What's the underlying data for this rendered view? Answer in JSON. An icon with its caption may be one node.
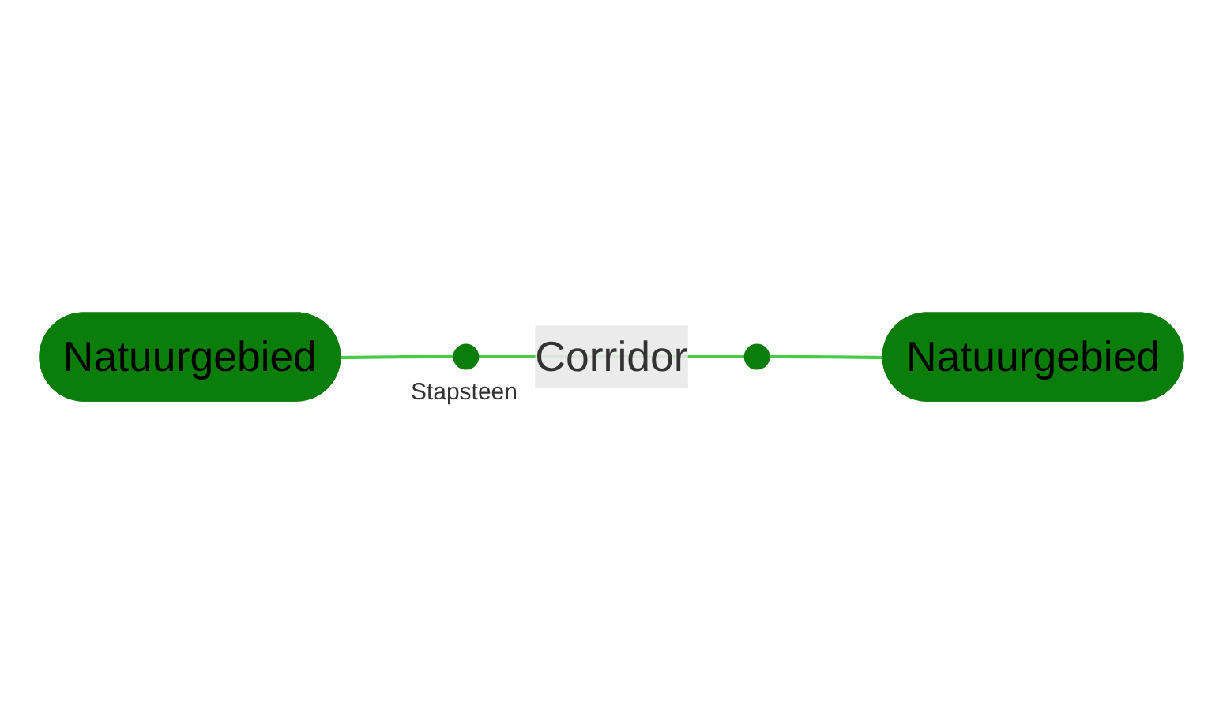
{
  "diagram": {
    "nodes": [
      {
        "text": [
          "Natuurgebied"
        ]
      },
      {
        "text": [],
        "shape": "circle",
        "beside": [
          "Stapsteen"
        ]
      },
      {
        "text": [],
        "shape": "circle"
      },
      {
        "text": [
          "Natuurgebied"
        ]
      }
    ],
    "edges": [
      {
        "from": 0,
        "to": 1,
        "arrow": "none"
      },
      {
        "from": 1,
        "to": 2,
        "arrow": "none",
        "label": "Corridor"
      },
      {
        "from": 2,
        "to": 3,
        "arrow": "none"
      }
    ]
  }
}
